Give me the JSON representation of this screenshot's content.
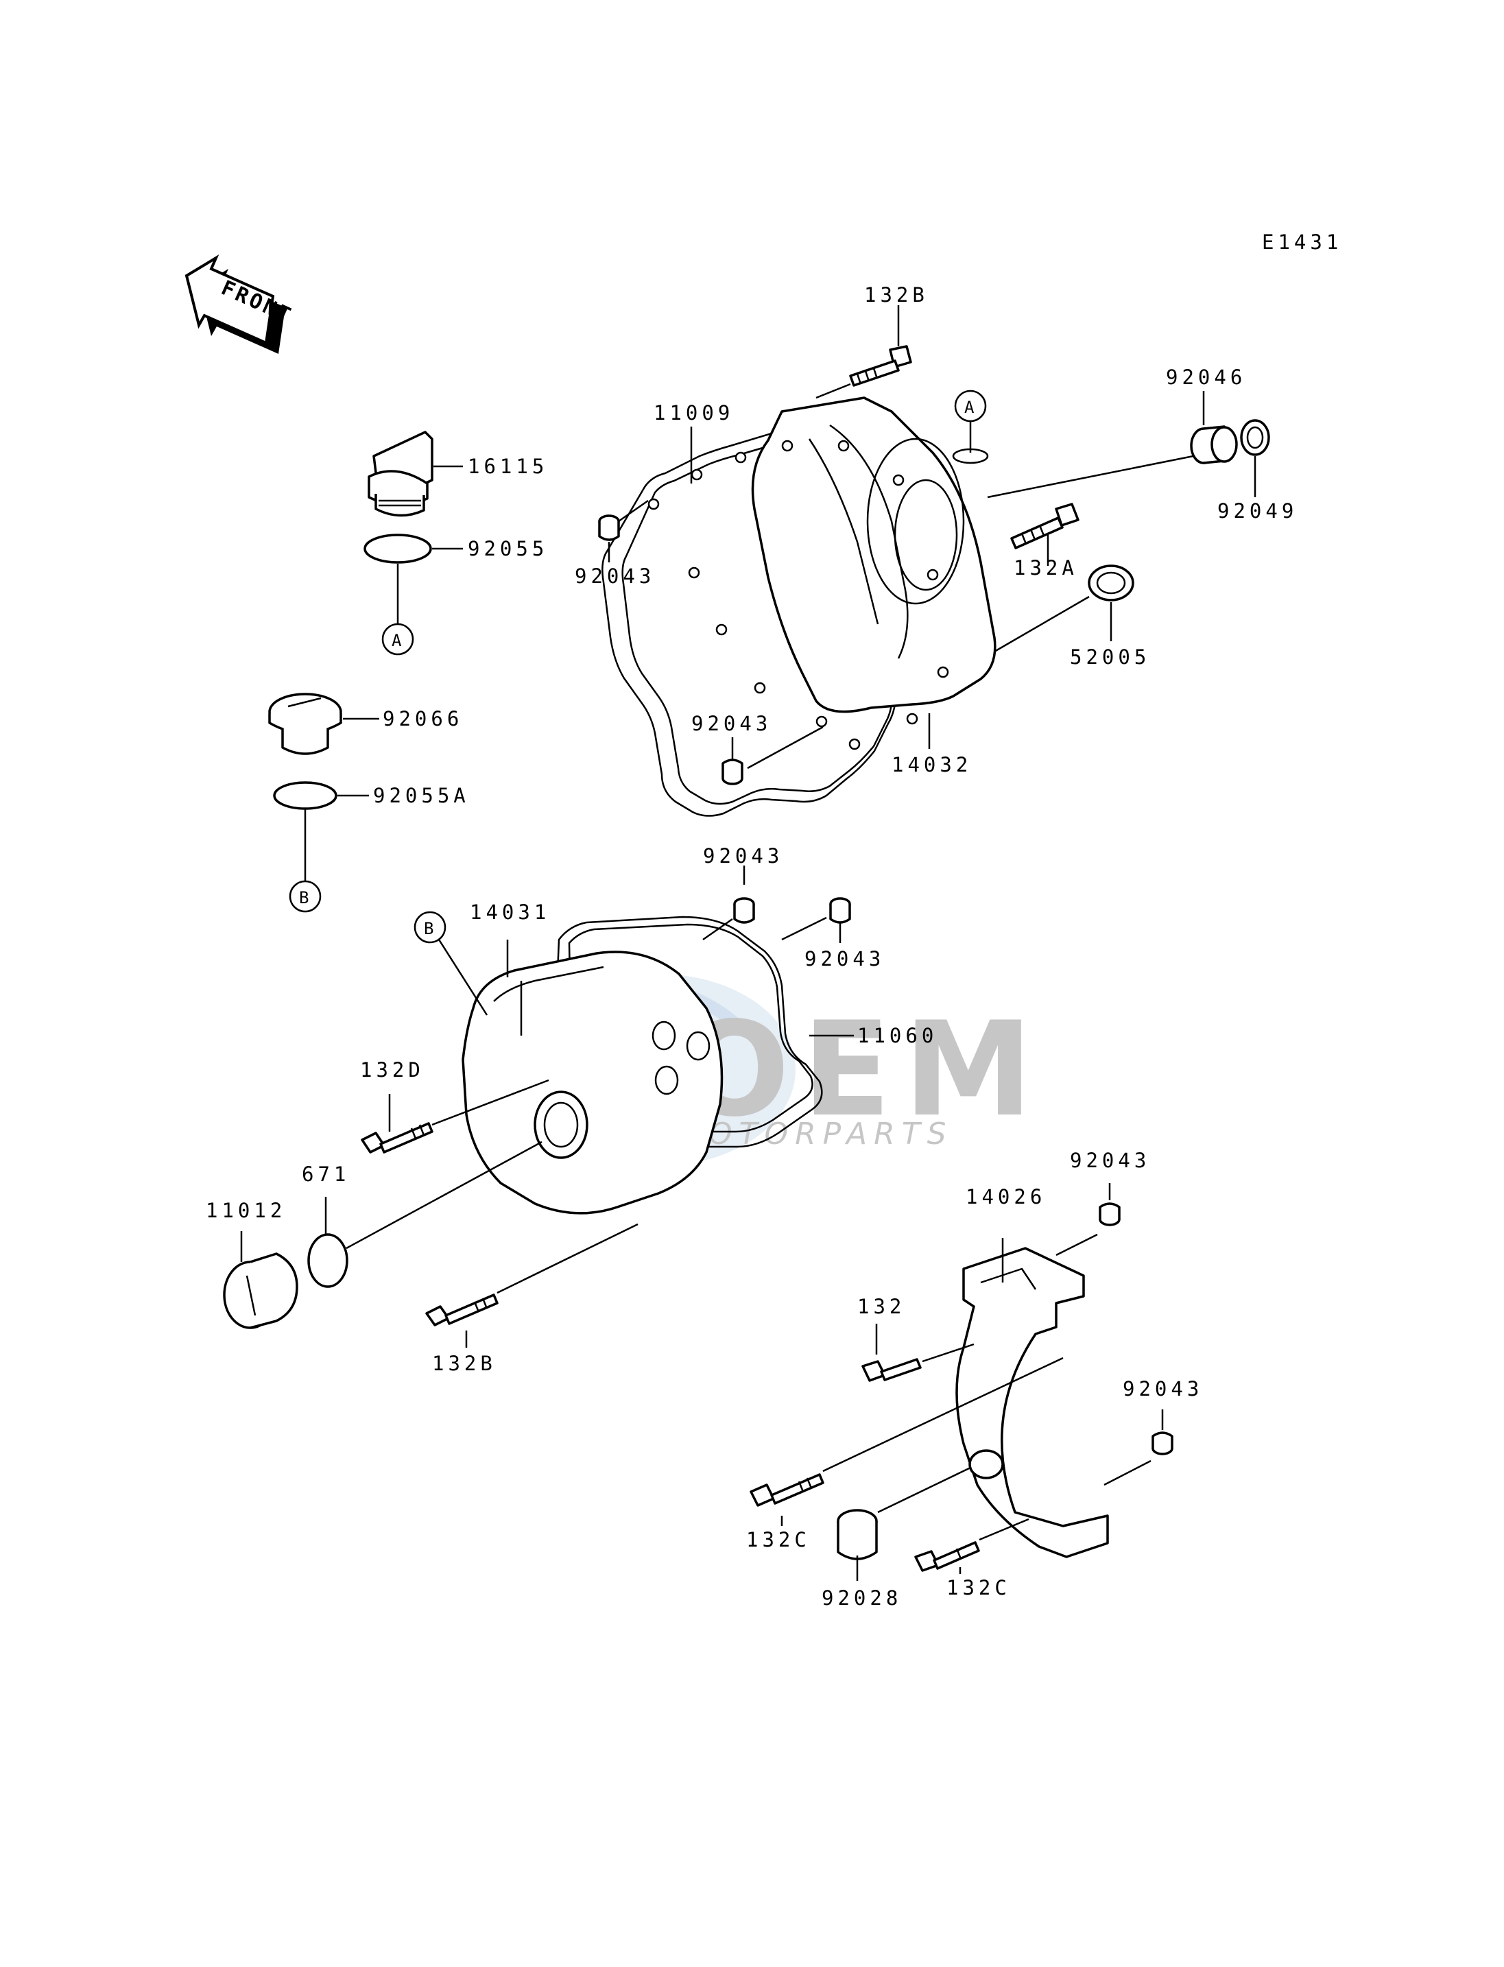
{
  "diagram_code": "E1431",
  "front_label": "FRONT",
  "watermark": {
    "brand": "OEM",
    "sub": "MOTORPARTS"
  },
  "ref_markers": {
    "a": "A",
    "b": "B"
  },
  "parts": {
    "p132B_top": "132B",
    "p11009": "11009",
    "p92046": "92046",
    "p16115": "16115",
    "p92055": "92055",
    "p92043_a": "92043",
    "p132A": "132A",
    "p92049": "92049",
    "p52005": "52005",
    "p92066": "92066",
    "p92043_b": "92043",
    "p14032": "14032",
    "p92055A": "92055A",
    "p92043_c": "92043",
    "p14031": "14031",
    "p92043_d": "92043",
    "p11060": "11060",
    "p132D": "132D",
    "p671": "671",
    "p11012": "11012",
    "p92043_e": "92043",
    "p14026": "14026",
    "p132": "132",
    "p132B_bottom": "132B",
    "p92043_f": "92043",
    "p132C_left": "132C",
    "p92028": "92028",
    "p132C_right": "132C"
  }
}
